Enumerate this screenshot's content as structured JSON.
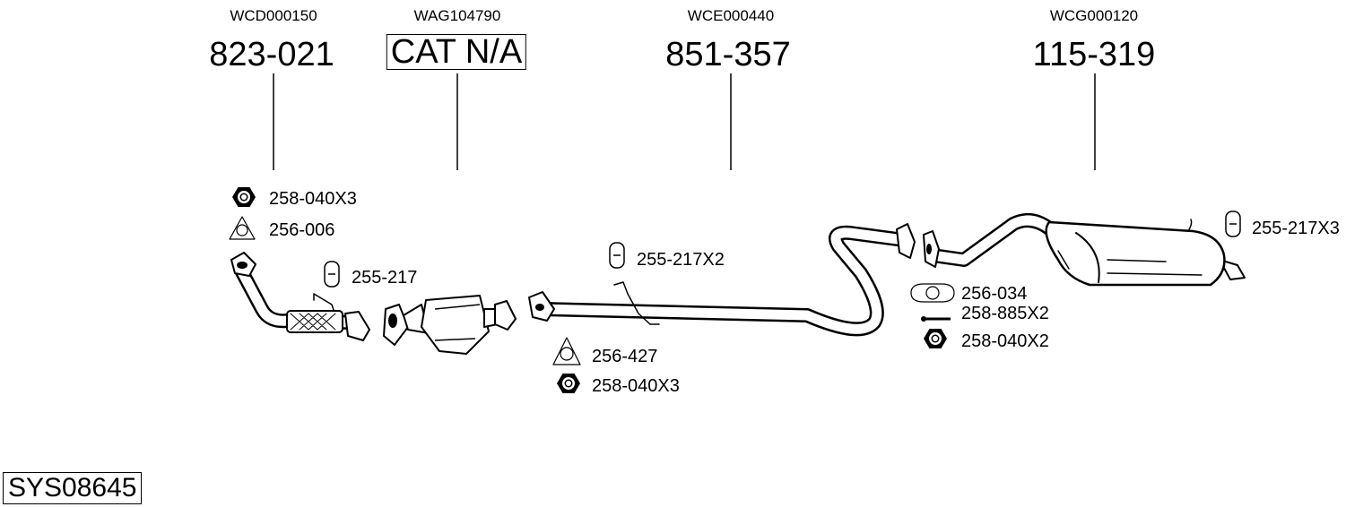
{
  "assemblies": [
    {
      "code": "WCD000150",
      "part": "823-021",
      "boxed": false
    },
    {
      "code": "WAG104790",
      "part": "CAT N/A",
      "boxed": true
    },
    {
      "code": "WCE000440",
      "part": "851-357",
      "boxed": false
    },
    {
      "code": "WCG000120",
      "part": "115-319",
      "boxed": false
    }
  ],
  "fittings": [
    {
      "icon": "nut-icon",
      "label": "258-040X3"
    },
    {
      "icon": "triangle-gasket-icon",
      "label": "256-006"
    },
    {
      "icon": "rubber-hanger-icon",
      "label": "255-217"
    },
    {
      "icon": "rubber-hanger-icon",
      "label": "255-217X2"
    },
    {
      "icon": "triangle-gasket-icon",
      "label": "256-427"
    },
    {
      "icon": "nut-icon",
      "label": "258-040X3"
    },
    {
      "icon": "oval-gasket-icon",
      "label": "256-034"
    },
    {
      "icon": "bolt-icon",
      "label": "258-885X2"
    },
    {
      "icon": "nut-icon",
      "label": "258-040X2"
    },
    {
      "icon": "rubber-hanger-icon",
      "label": "255-217X3"
    }
  ],
  "system_id": "SYS08645"
}
